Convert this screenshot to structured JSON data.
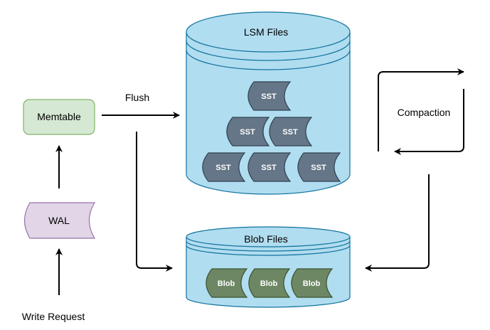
{
  "nodes": {
    "memtable": {
      "label": "Memtable",
      "fill": "#d5e8d4",
      "stroke": "#82b366"
    },
    "wal": {
      "label": "WAL",
      "fill": "#e1d5e7",
      "stroke": "#9673a6"
    },
    "lsm_files": {
      "label": "LSM Files",
      "fill": "#b1ddf0",
      "stroke": "#10739e"
    },
    "blob_files": {
      "label": "Blob Files",
      "fill": "#b1ddf0",
      "stroke": "#10739e"
    }
  },
  "sst_blocks": [
    {
      "label": "SST",
      "level": 0
    },
    {
      "label": "SST",
      "level": 1
    },
    {
      "label": "SST",
      "level": 1
    },
    {
      "label": "SST",
      "level": 2
    },
    {
      "label": "SST",
      "level": 2
    },
    {
      "label": "SST",
      "level": 2
    }
  ],
  "sst_style": {
    "fill": "#647687",
    "stroke": "#314354"
  },
  "blob_blocks": [
    {
      "label": "Blob"
    },
    {
      "label": "Blob"
    },
    {
      "label": "Blob"
    }
  ],
  "blob_style": {
    "fill": "#6d8764",
    "stroke": "#3a5431"
  },
  "edge_labels": {
    "flush": "Flush",
    "compaction": "Compaction",
    "write_request": "Write Request"
  }
}
